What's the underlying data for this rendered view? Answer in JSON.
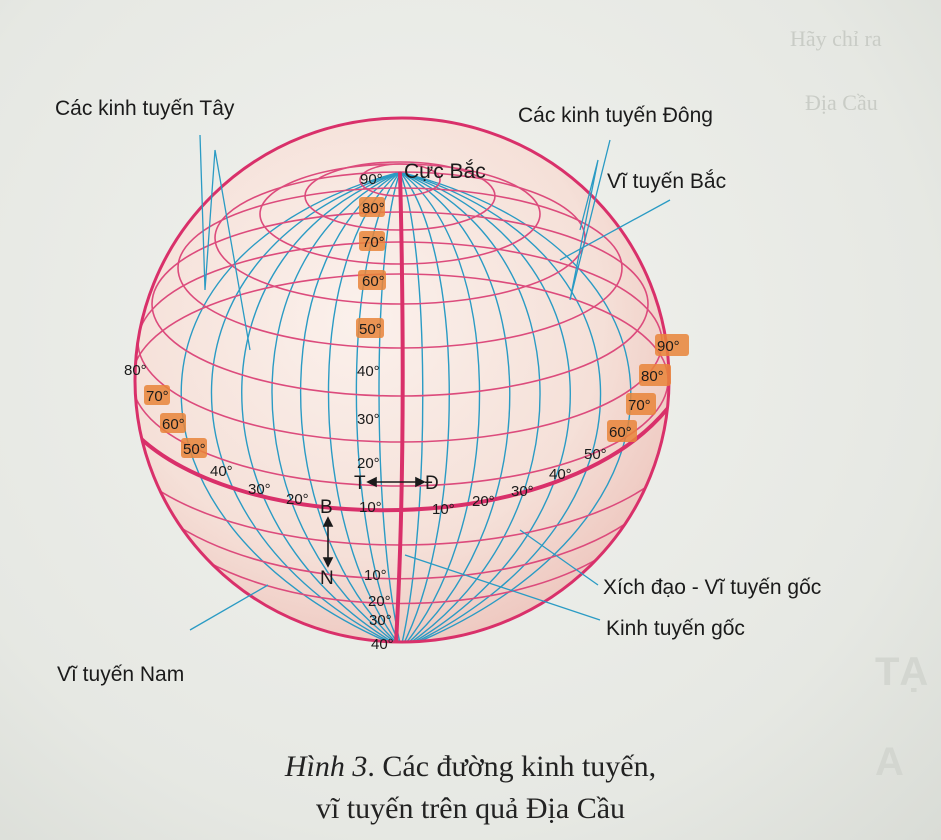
{
  "labels": {
    "west_meridians": "Các kinh tuyến Tây",
    "east_meridians": "Các kinh tuyến Đông",
    "north_pole": "Cực Bắc",
    "north_parallel": "Vĩ tuyến Bắc",
    "equator": "Xích đạo - Vĩ tuyến gốc",
    "prime_meridian": "Kinh tuyến gốc",
    "south_parallel": "Vĩ tuyến Nam"
  },
  "directions": {
    "west": "T",
    "east": "Đ",
    "north": "B",
    "south": "N"
  },
  "latitude_north": [
    "90°",
    "80°",
    "70°",
    "60°",
    "50°",
    "40°",
    "30°",
    "20°",
    "10°"
  ],
  "latitude_south": [
    "10°",
    "20°",
    "30°",
    "40°"
  ],
  "longitude_west": [
    "80°",
    "70°",
    "60°",
    "50°",
    "40°",
    "30°",
    "20°"
  ],
  "longitude_east": [
    "10°",
    "20°",
    "30°",
    "40°",
    "50°",
    "60°",
    "70°",
    "80°",
    "90°"
  ],
  "caption": {
    "figure": "Hình 3",
    "line1": ". Các đường kinh tuyến,",
    "line2": "vĩ tuyến trên quả Địa Cầu"
  },
  "colors": {
    "meridian_line": "#2a9bc4",
    "globe_outline": "#d9306a",
    "highlight_box": "#e9853a"
  }
}
